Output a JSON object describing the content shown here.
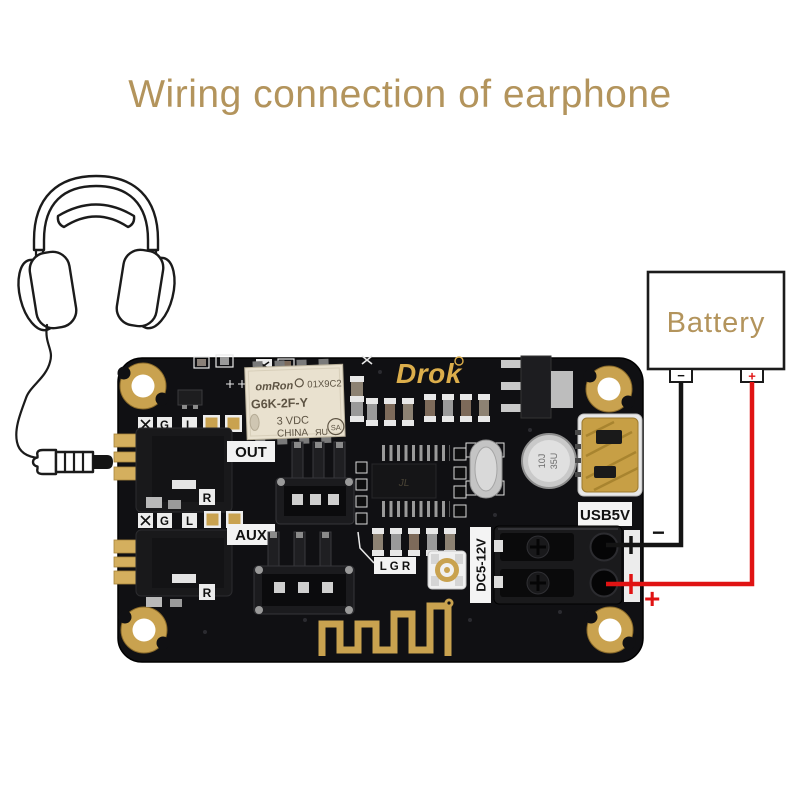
{
  "title": "Wiring connection of earphone",
  "colors": {
    "accent_gold": "#b3945c",
    "brand_gold": "#dcae4b",
    "pcb_gold": "#c9a24f",
    "board_black": "#101013",
    "wire_negative": "#141414",
    "wire_positive": "#e01313"
  },
  "battery": {
    "label": "Battery",
    "negative_terminal": "−",
    "positive_terminal": "+"
  },
  "wiring": {
    "board_negative_label": "−",
    "board_positive_label": "+"
  },
  "board": {
    "brand": "Drok",
    "labels": {
      "out": "OUT",
      "aux": "AUX",
      "lgr": "L G R",
      "usb": "USB5V",
      "dc_input": "DC5-12V"
    },
    "pins": {
      "ground": "G",
      "left": "L",
      "right": "R"
    },
    "relay": {
      "brand": "omRon",
      "code": "01X9C2",
      "model": "G6K-2F-Y",
      "rating": "3  VDC",
      "origin": "CHINA",
      "cert1": "ЯU",
      "cert2": "SA"
    },
    "capacitor_marking_1": "10J",
    "capacitor_marking_2": "35U",
    "ic_marking": "JL"
  }
}
